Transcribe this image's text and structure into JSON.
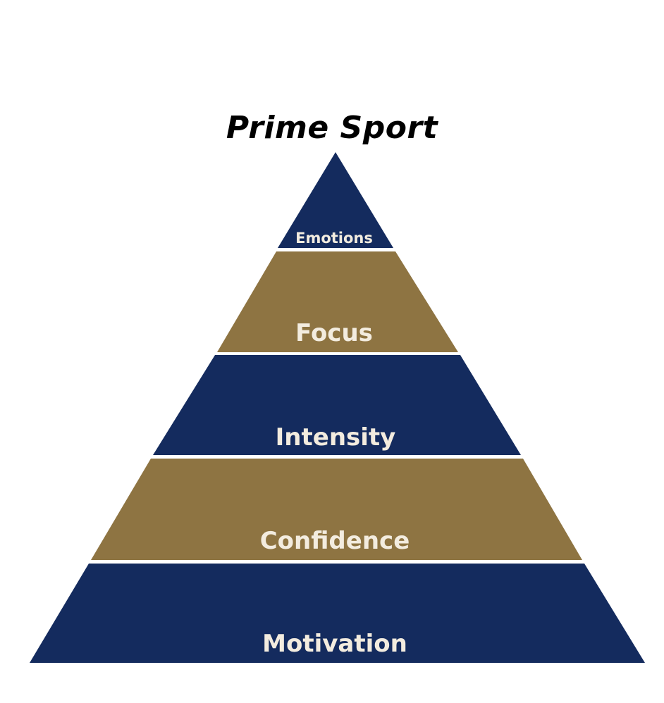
{
  "title": "Prime Sport",
  "colors": {
    "navy": "#142b5e",
    "gold": "#8e7442",
    "text": "#f3ecdf",
    "separator": "#ffffff"
  },
  "tiers": [
    {
      "label": "Emotions",
      "color": "#142b5e"
    },
    {
      "label": "Focus",
      "color": "#8e7442"
    },
    {
      "label": "Intensity",
      "color": "#142b5e"
    },
    {
      "label": "Confidence",
      "color": "#8e7442"
    },
    {
      "label": "Motivation",
      "color": "#142b5e"
    }
  ]
}
